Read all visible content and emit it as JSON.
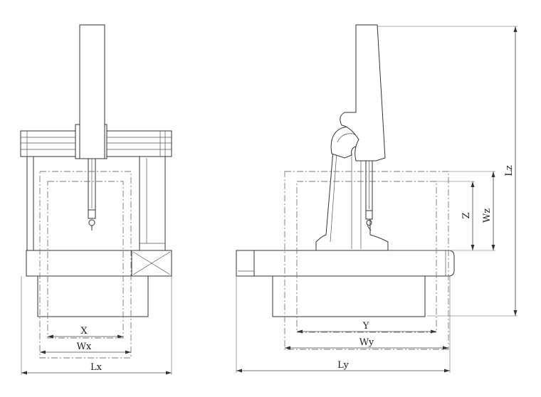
{
  "front_view": {
    "dim_x": "X",
    "dim_wx": "Wx",
    "dim_lx": "Lx"
  },
  "side_view": {
    "dim_y": "Y",
    "dim_wy": "Wy",
    "dim_ly": "Ly",
    "dim_z": "Z",
    "dim_wz": "Wz",
    "dim_lz": "Lz"
  }
}
